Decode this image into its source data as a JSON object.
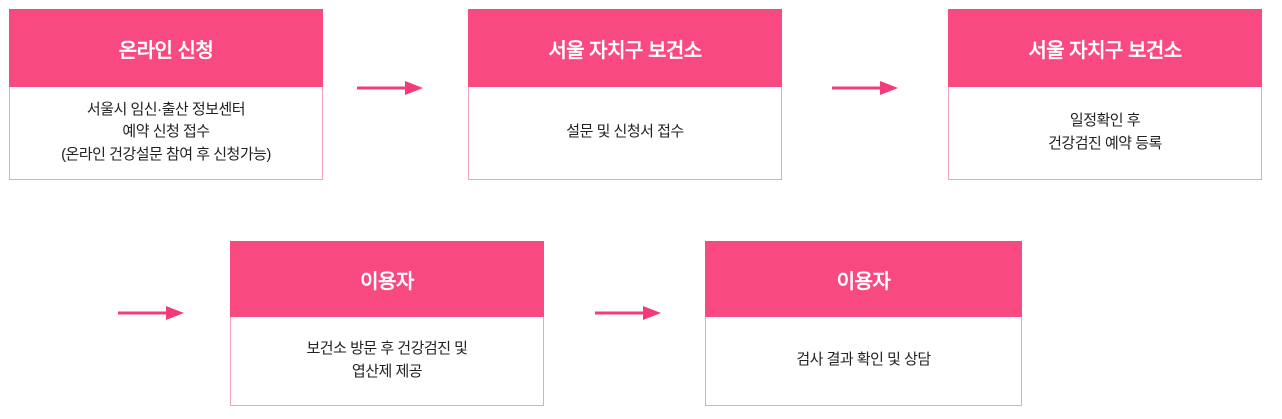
{
  "colors": {
    "header_bg": "#f84a80",
    "header_text": "#ffffff",
    "body_text": "#222222",
    "box_border": "#f2a2c0",
    "arrow": "#f23b78",
    "background": "#ffffff"
  },
  "flow": {
    "steps": [
      {
        "title": "온라인 신청",
        "body": "서울시 임신·출산 정보센터\n예약 신청 접수\n(온라인 건강설문 참여 후 신청가능)"
      },
      {
        "title": "서울 자치구 보건소",
        "body": "설문 및 신청서 접수"
      },
      {
        "title": "서울 자치구 보건소",
        "body": "일정확인 후\n건강검진 예약 등록"
      },
      {
        "title": "이용자",
        "body": "보건소 방문 후 건강검진 및\n엽산제 제공"
      },
      {
        "title": "이용자",
        "body": "검사 결과 확인 및 상담"
      }
    ]
  }
}
